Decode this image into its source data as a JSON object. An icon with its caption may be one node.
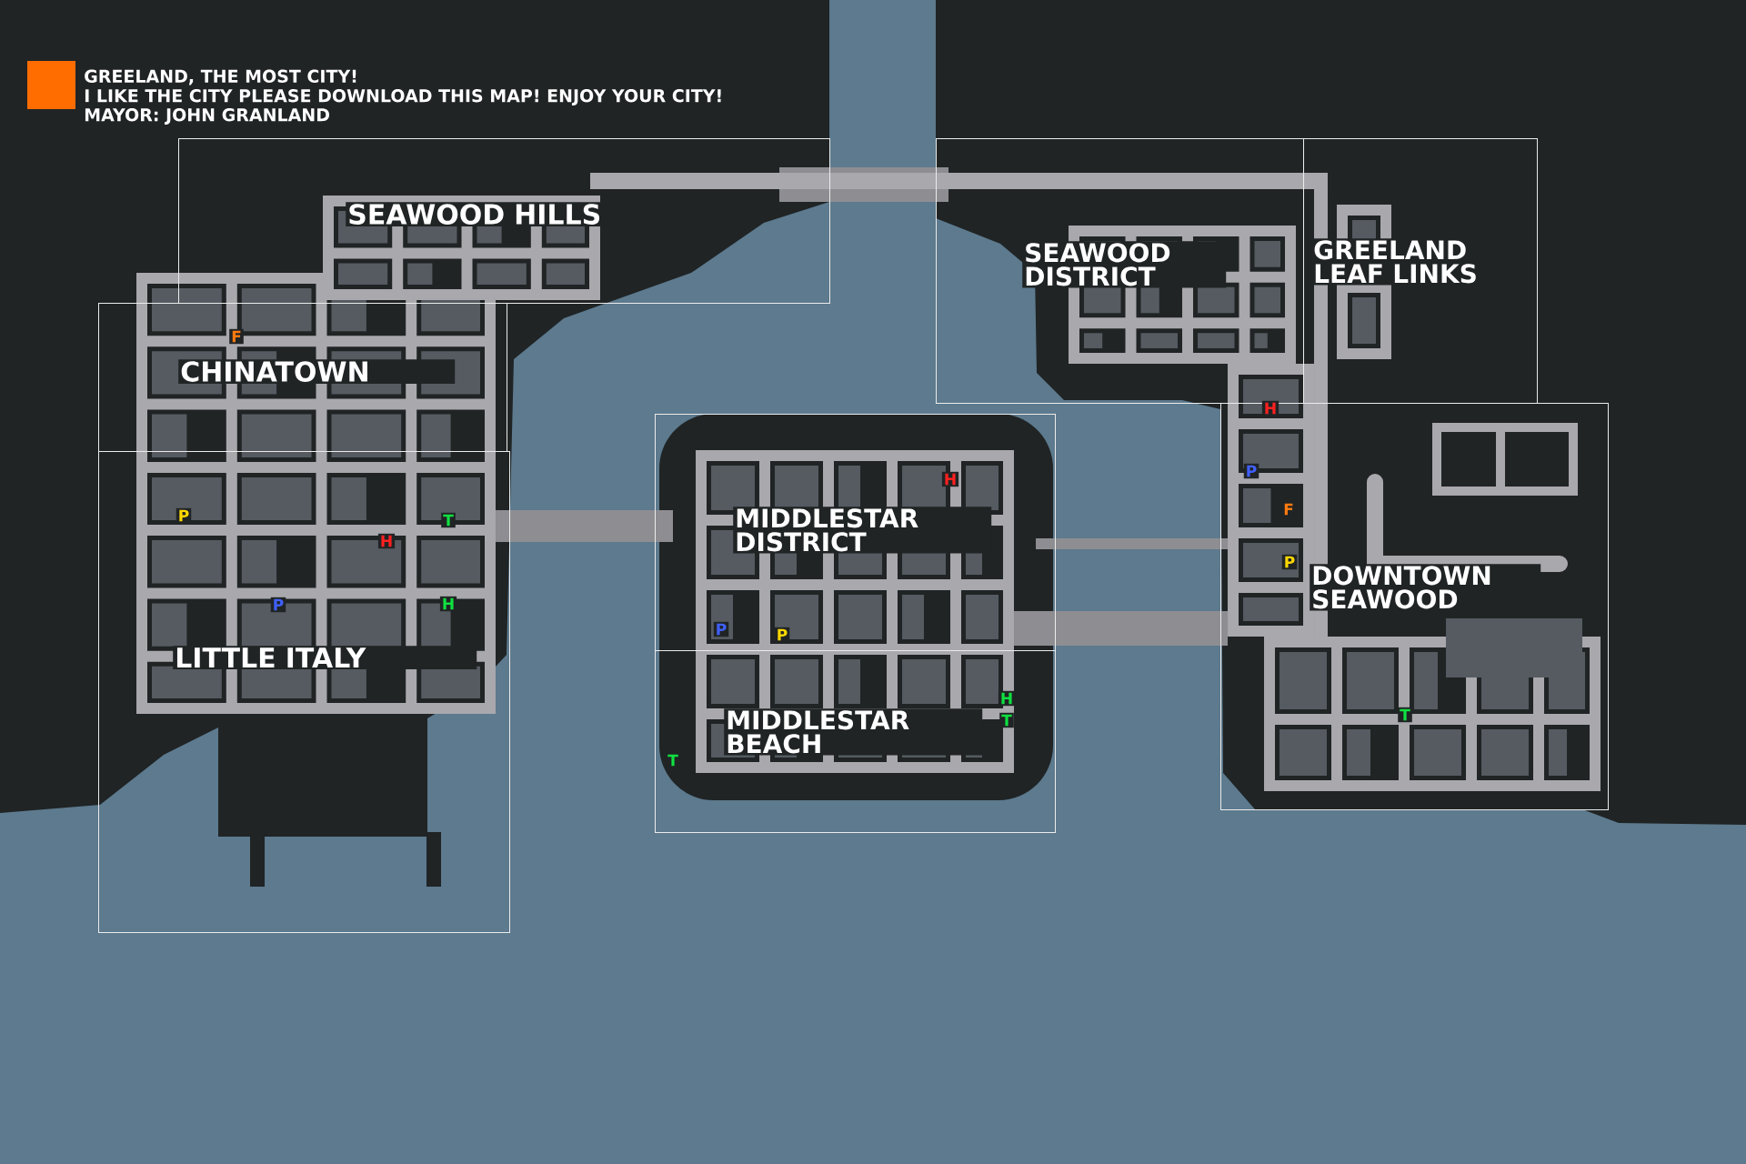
{
  "diagram": {
    "nodes": [
      {
        "text": [
          "SEAWOOD HILLS"
        ]
      },
      {
        "text": [
          "CHINATOWN"
        ]
      },
      {
        "text": [
          "LITTLE ITALY"
        ]
      },
      {
        "text": [
          "SEAWOOD DISTRICT"
        ]
      },
      {
        "text": [
          "GREELAND LEAF LINKS"
        ]
      },
      {
        "text": [
          "MIDDLESTAR DISTRICT"
        ]
      },
      {
        "text": [
          "MIDDLESTAR BEACH"
        ]
      },
      {
        "text": [
          "DOWNTOWN SEAWOOD"
        ]
      }
    ],
    "labels": [
      "GREELAND, THE MOST CITY!",
      "I LIKE THE CITY PLEASE DOWNLOAD THIS MAP! ENJOY YOUR CITY!",
      "MAYOR: JOHN GRANLAND",
      "F",
      "H",
      "P",
      "H",
      "F",
      "P",
      "T",
      "H",
      "P",
      "H",
      "P",
      "P",
      "P",
      "H",
      "T",
      "T",
      "T"
    ]
  }
}
